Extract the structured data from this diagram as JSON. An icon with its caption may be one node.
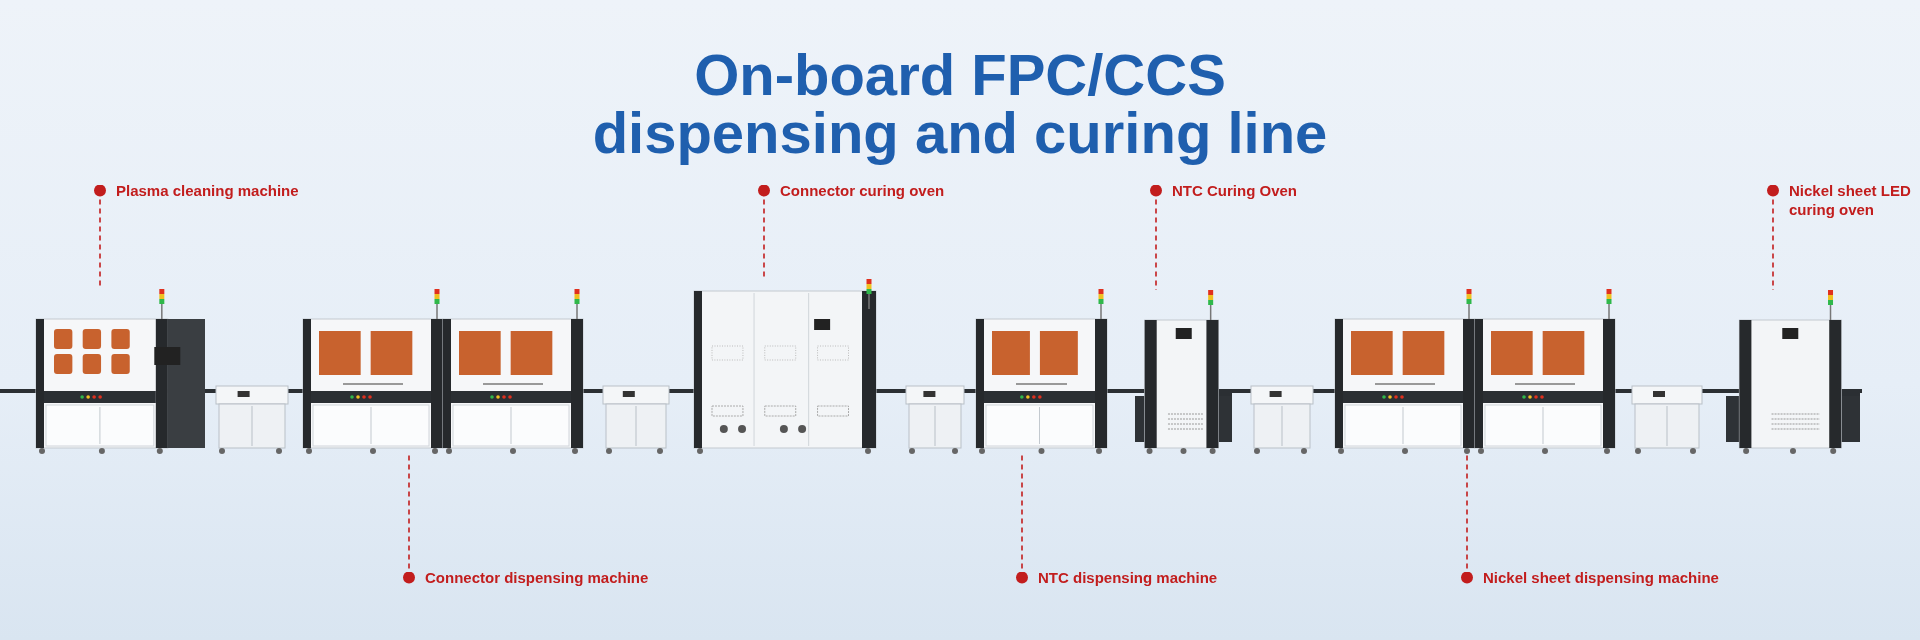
{
  "diagram": {
    "title": "On-board FPC/CCS dispensing and curing line",
    "nodes": [
      {
        "text": [
          "Plasma cleaning machine"
        ]
      },
      {
        "text": [
          "Connector curing oven"
        ]
      },
      {
        "text": [
          "NTC Curing Oven"
        ]
      },
      {
        "text": [
          "Nickel sheet LED curing oven"
        ]
      },
      {
        "text": [
          "Connector dispensing machine"
        ]
      },
      {
        "text": [
          "NTC dispensing machine"
        ]
      },
      {
        "text": [
          "Nickel sheet dispensing machine"
        ]
      },
      {
        "text": [],
        "shape": "picture"
      },
      {
        "text": [],
        "shape": "picture"
      },
      {
        "text": [],
        "shape": "picture"
      },
      {
        "text": [],
        "shape": "picture"
      },
      {
        "text": [],
        "shape": "picture"
      },
      {
        "text": [],
        "shape": "picture"
      },
      {
        "text": [],
        "shape": "picture"
      }
    ],
    "edges": [
      {
        "from": 0,
        "to": 7,
        "arrow": "other",
        "style": "dashed"
      },
      {
        "from": 4,
        "to": 8,
        "arrow": "other",
        "style": "dashed"
      },
      {
        "from": 1,
        "to": 9,
        "arrow": "other",
        "style": "dashed"
      },
      {
        "from": 5,
        "to": 10,
        "arrow": "other",
        "style": "dashed"
      },
      {
        "from": 2,
        "to": 11,
        "arrow": "other",
        "style": "dashed"
      },
      {
        "from": 6,
        "to": 12,
        "arrow": "other",
        "style": "dashed"
      },
      {
        "from": 3,
        "to": 13,
        "arrow": "other",
        "style": "dashed"
      }
    ]
  }
}
